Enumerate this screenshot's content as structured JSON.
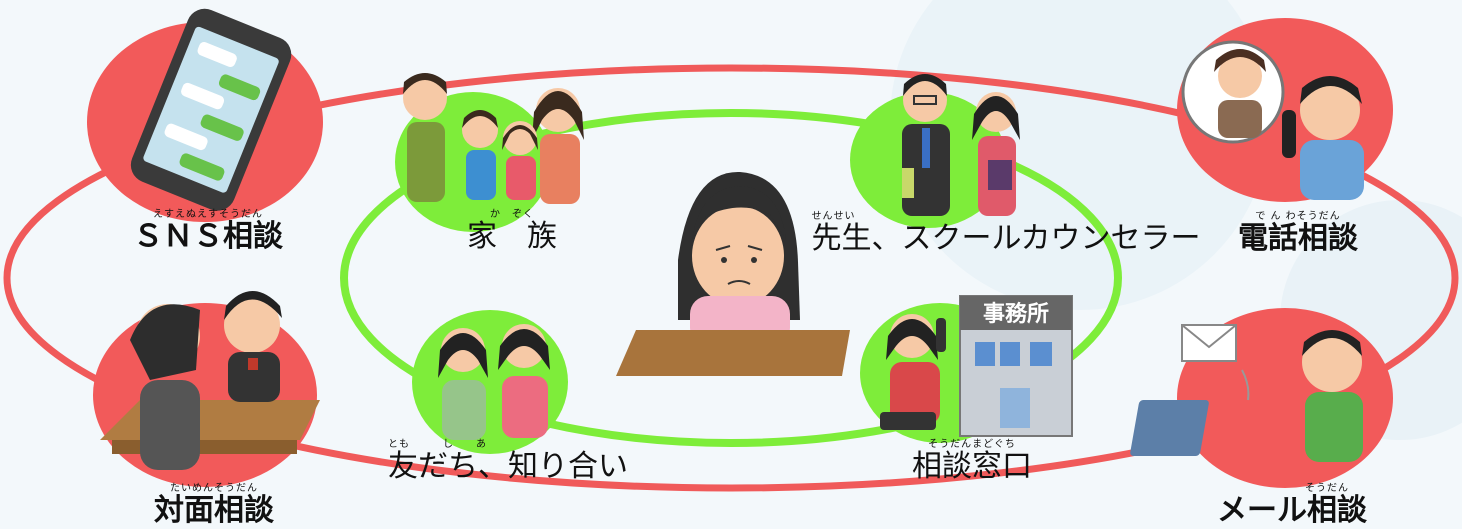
{
  "background_color": "#f3f8fb",
  "colors": {
    "outer_ring": "#f05a5a",
    "inner_ring": "#7eed3a",
    "outer_node": "#f25a5a",
    "inner_node": "#7eed3a",
    "desk": "#a8743c"
  },
  "center": {
    "icon": "worried-person-icon"
  },
  "inner_nodes": [
    {
      "id": "family",
      "ruby": "か　ぞく",
      "label": "家　族",
      "icon": "family-icon"
    },
    {
      "id": "teacher",
      "ruby": "せんせい",
      "label": "先生、スクールカウンセラー",
      "icon": "teachers-icon"
    },
    {
      "id": "friends",
      "ruby": "とも　　　し　　あ",
      "label": "友だち、知り合い",
      "icon": "friends-icon"
    },
    {
      "id": "office",
      "ruby": "そうだんまどぐち",
      "label": "相談窓口",
      "icon": "office-building-icon",
      "sign": "事務所"
    }
  ],
  "outer_nodes": [
    {
      "id": "sns",
      "ruby": "えすえぬえすそうだん",
      "label": "ＳＮＳ相談",
      "icon": "smartphone-chat-icon"
    },
    {
      "id": "phone",
      "ruby": "で ん わそうだん",
      "label": "電話相談",
      "icon": "telephone-icon"
    },
    {
      "id": "face",
      "ruby": "たいめんそうだん",
      "label": "対面相談",
      "icon": "face-to-face-icon"
    },
    {
      "id": "mail",
      "ruby": "そうだん",
      "label": "メール相談",
      "icon": "email-laptop-icon"
    }
  ]
}
